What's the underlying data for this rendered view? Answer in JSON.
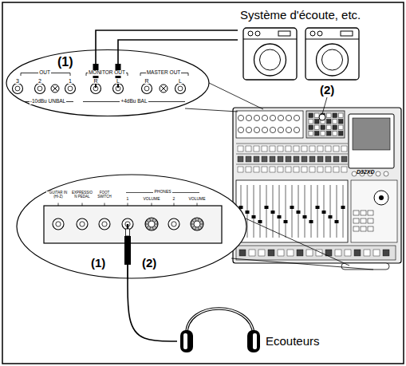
{
  "diagram": {
    "nodes": [
      {
        "text": [
          "Système d'écoute, etc."
        ]
      },
      {
        "text": [
          "3",
          "2",
          "1",
          "OUT",
          "MONITOR OUT",
          "R",
          "L",
          "MASTER OUT",
          "R",
          "L",
          "-10dBu UNBAL",
          "+4dBu BAL"
        ]
      },
      {
        "text": [
          "GUITAR IN (HI-Z)",
          "EXPRESSION PEDAL",
          "FOOT SWITCH",
          "PHONES",
          "1",
          "VOLUME",
          "2",
          "VOLUME"
        ]
      },
      {
        "text": [
          "Ecouteurs"
        ]
      }
    ],
    "edges": [
      {
        "from": 1,
        "to": 0,
        "arrow": "none"
      },
      {
        "from": 1,
        "to": 0,
        "arrow": "none"
      },
      {
        "from": 2,
        "to": 3,
        "arrow": "none"
      }
    ],
    "labels": [
      "(1)",
      "(2)",
      "D32XD",
      "(1)",
      "(2)"
    ]
  }
}
